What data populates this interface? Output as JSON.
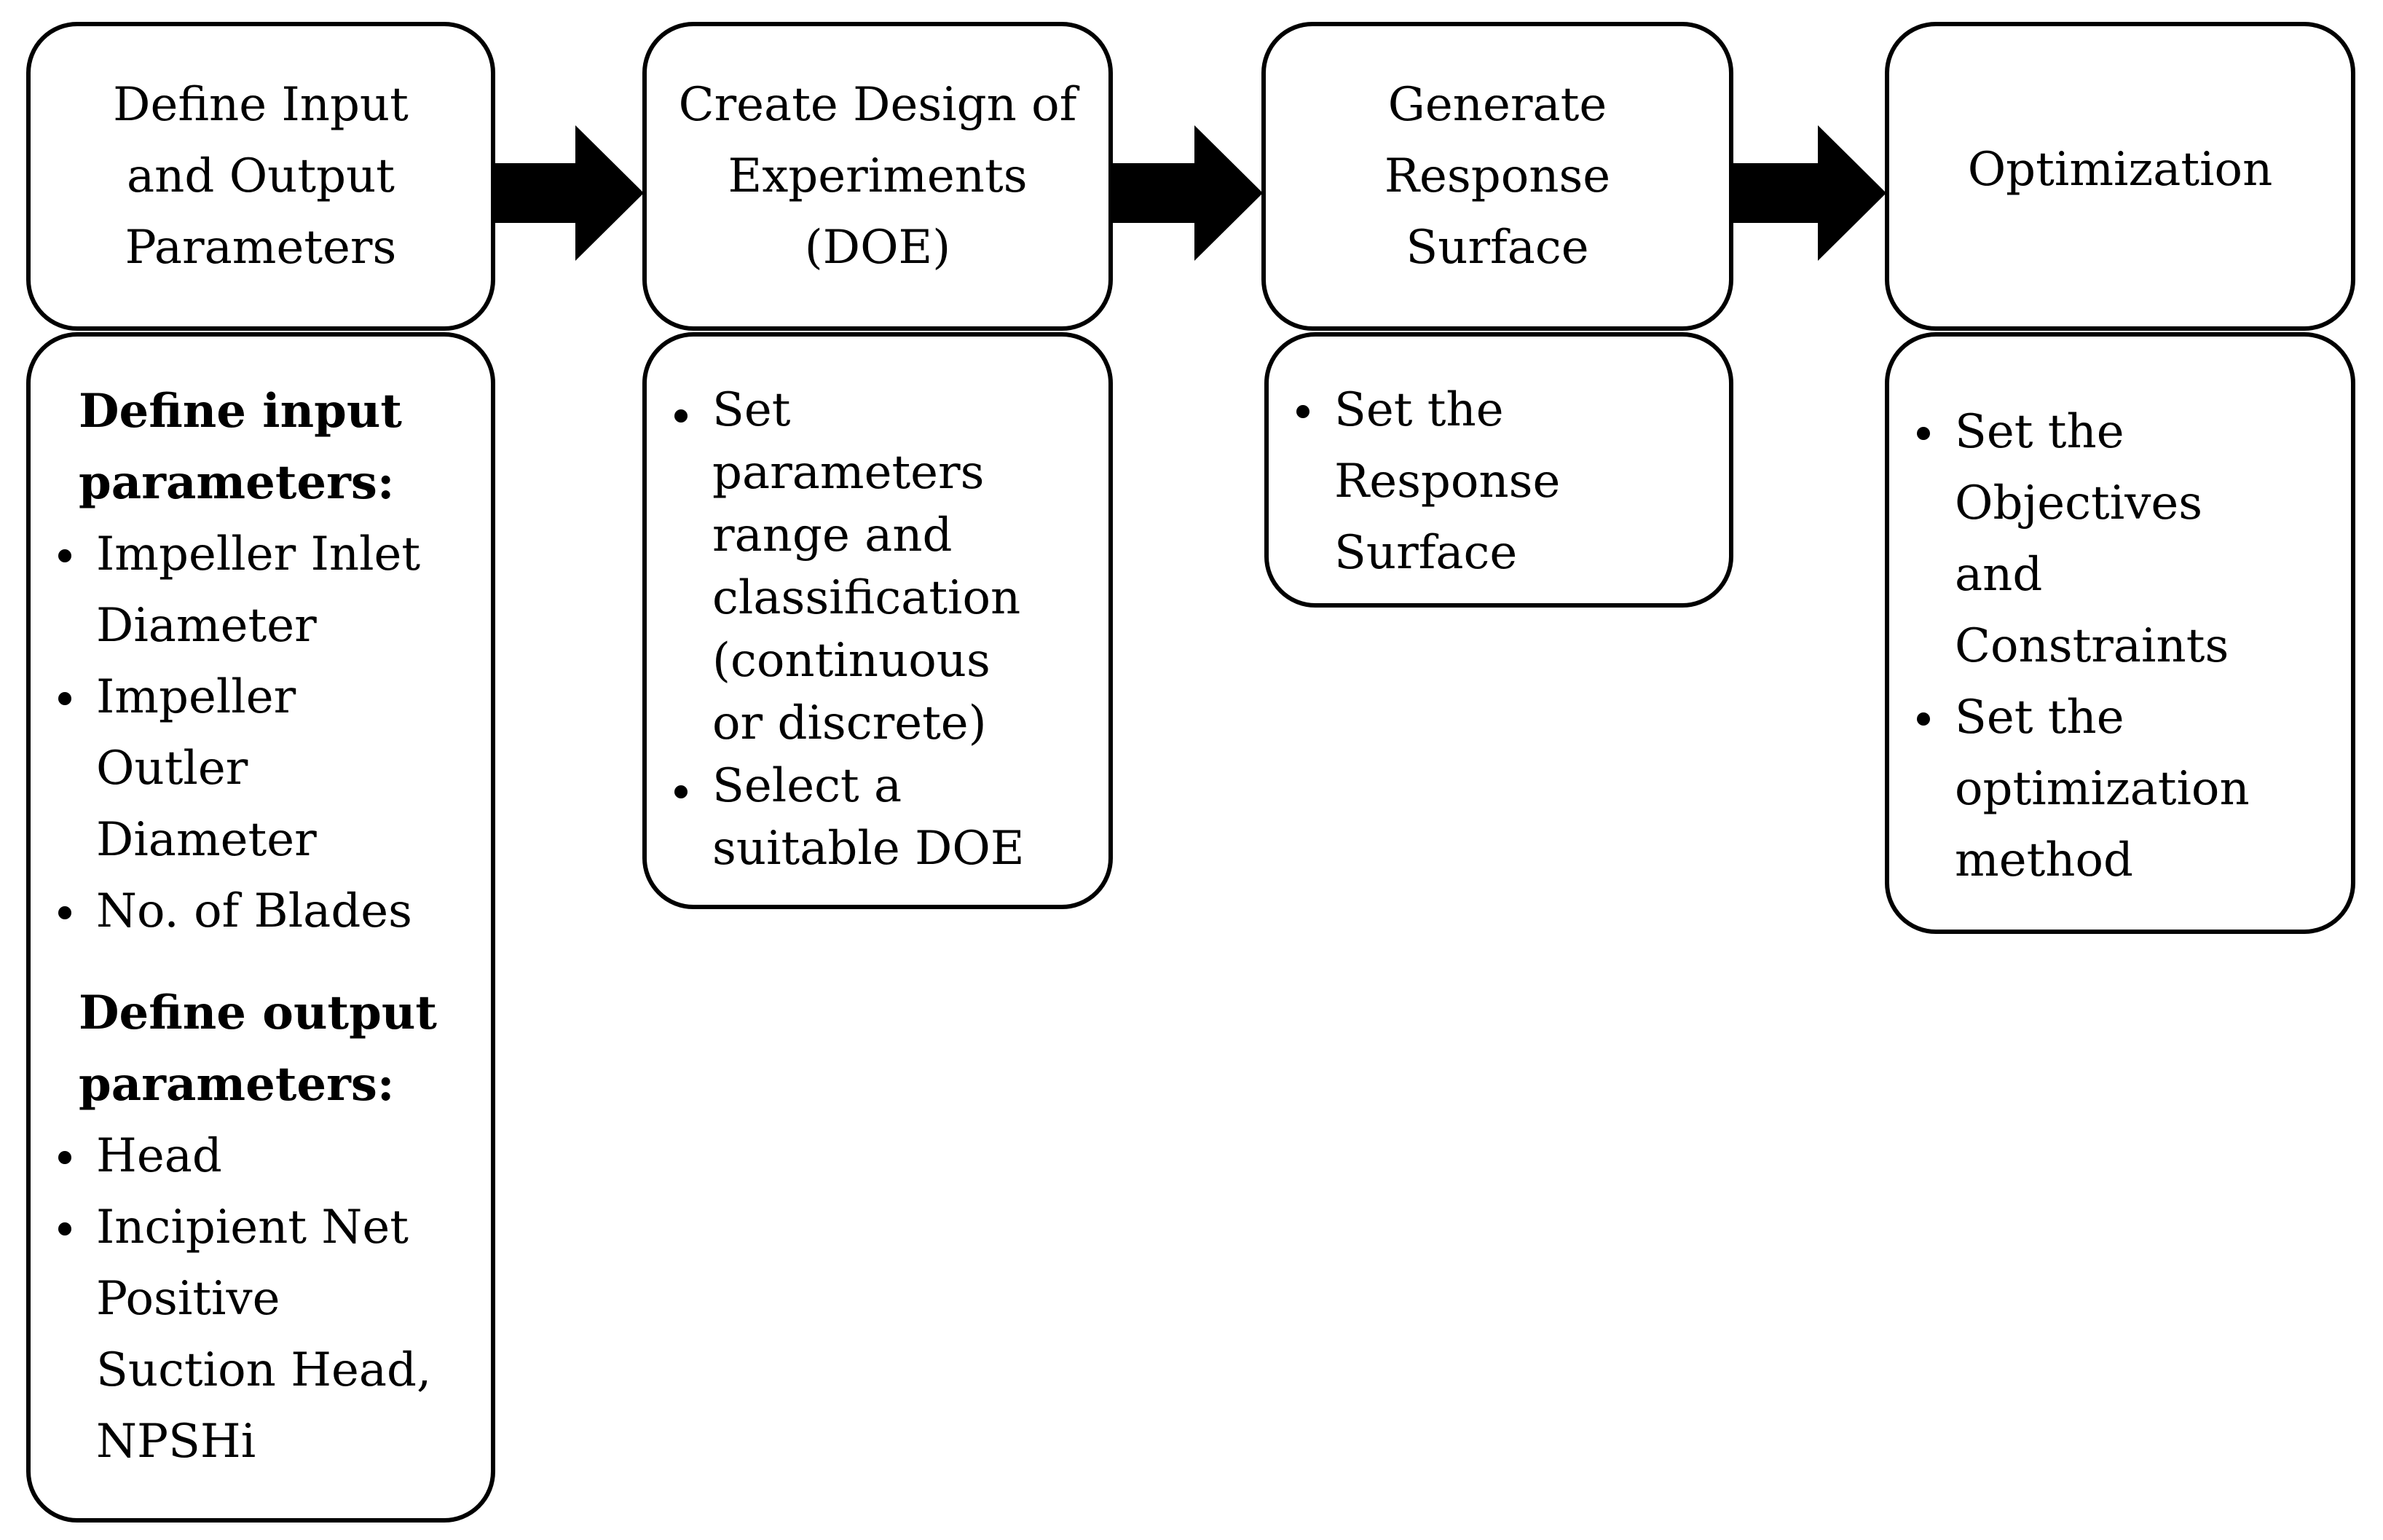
{
  "stages": [
    {
      "title": "Define Input\nand Output\nParameters",
      "groups": [
        {
          "heading": "Define input\nparameters:",
          "items": [
            "Impeller Inlet\nDiameter",
            "Impeller\nOutler\nDiameter",
            "No. of Blades"
          ]
        },
        {
          "heading": "Define output\nparameters:",
          "items": [
            "Head",
            "Incipient Net\nPositive\nSuction Head,\nNPSHi"
          ]
        }
      ]
    },
    {
      "title": "Create Design of\nExperiments\n(DOE)",
      "items": [
        "Set\nparameters\nrange and\nclassification\n(continuous\nor discrete)",
        "Select a\nsuitable DOE"
      ]
    },
    {
      "title": "Generate\nResponse\nSurface",
      "items": [
        "Set the\nResponse\nSurface"
      ]
    },
    {
      "title": "Optimization",
      "items": [
        "Set the\nObjectives\nand\nConstraints",
        "Set the\noptimization\nmethod"
      ]
    }
  ]
}
